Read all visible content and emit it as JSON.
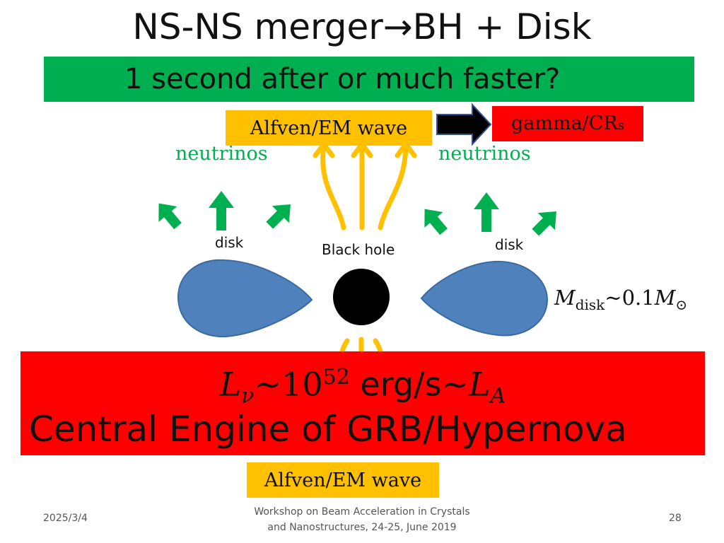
{
  "title": {
    "part1": "NS-NS merger",
    "arrow": "→",
    "part2": "BH + Disk"
  },
  "banner_green": "1 second after  or much faster?",
  "alfven_top": "Alfven/EM wave",
  "gamma_box": {
    "main": "gamma/CR",
    "sub": "s"
  },
  "neutrinos_left": "neutrinos",
  "neutrinos_right": "neutrinos",
  "disk_left": "disk",
  "disk_right": "disk",
  "black_hole": "Black hole",
  "disk_mass": {
    "symbol": "M",
    "subscript": "disk",
    "relation": "∼0.1",
    "solar_symbol": "M",
    "solar_subscript": "⊙"
  },
  "luminosity": {
    "symbol": "L",
    "subscript": "ν",
    "relation": "∼10",
    "exponent": "52",
    "unit": " erg/s",
    "tilde": "∼",
    "symbol2": "L",
    "subscript2": "A"
  },
  "central_engine": "Central Engine of GRB/Hypernova",
  "alfven_bottom": "Alfven/EM wave",
  "footer": {
    "date": "2025/3/4",
    "workshop_line1": "Workshop on Beam Acceleration in Crystals",
    "workshop_line2": "and Nanostructures, 24-25, June 2019",
    "page_number": "28"
  },
  "colors": {
    "green_banner": "#00b050",
    "yellow_box": "#ffc000",
    "red": "#ff0000",
    "disk_blue": "#4f81bd",
    "neutrino_green": "#00b050",
    "em_arrow_yellow": "#ffc000",
    "black_hole": "#000000"
  }
}
